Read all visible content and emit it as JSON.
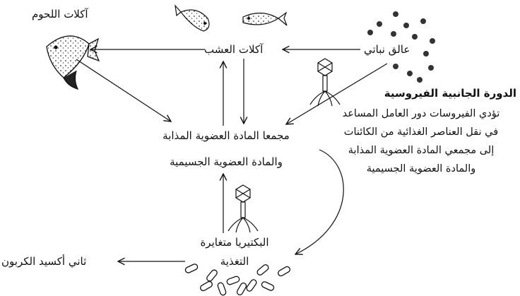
{
  "nodes": {
    "carnivores": "آكلات اللحوم",
    "herbivores": "آكلات العشب",
    "phytoplankton": "عالق نباتي",
    "pool_line1": "مجمعا المادة العضوية المذابة",
    "pool_line2": "والمادة العضوية الجسيمية",
    "bacteria_line1": "البكتيريا متغايرة",
    "bacteria_line2": "التغذية",
    "co2": "ثاني أكسيد الكربون"
  },
  "viral_shunt": {
    "title": "الدورة الجانبية الفيروسية",
    "lines": [
      "تؤدي الفيروسات دور العامل المساعد",
      "في نقل العناصر الغذائية من الكائنات",
      "إلى مجمعي المادة العضوية المذابة",
      "والمادة العضوية الجسيمية"
    ]
  },
  "icons": [
    "fish-icon",
    "virus-icon",
    "phytoplankton-icon",
    "bacteria-icon"
  ],
  "colors": {
    "ink": "#111111",
    "fish_fill": "#f2f2f2"
  }
}
